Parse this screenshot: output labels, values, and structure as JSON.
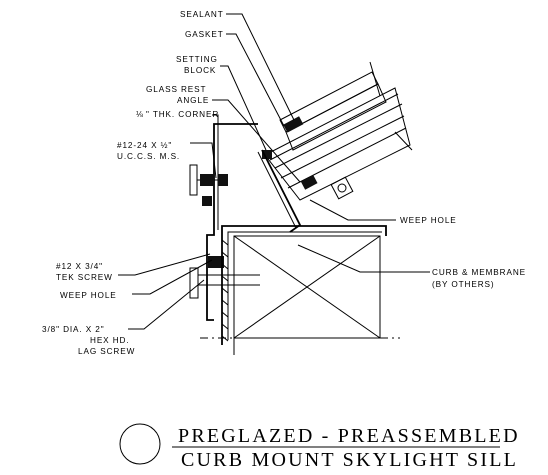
{
  "labels": {
    "sealant": "SEALANT",
    "gasket": "GASKET",
    "setting_block_1": "SETTING",
    "setting_block_2": "BLOCK",
    "glass_rest_1": "GLASS REST",
    "glass_rest_2": "ANGLE",
    "corner_prefix": "⅛",
    "corner_text": "\" THK. CORNER",
    "screw_12_24_1": "#12-24 X ½\"",
    "screw_12_24_2": "U.C.C.S. M.S.",
    "tek_screw_1": "#12 X 3/4\"",
    "tek_screw_2": "TEK SCREW",
    "weep_hole_left": "WEEP HOLE",
    "weep_hole_right": "WEEP HOLE",
    "lag_screw_1": "3/8\" DIA. X 2\"",
    "lag_screw_2": "HEX HD.",
    "lag_screw_3": "LAG SCREW",
    "curb_1": "CURB & MEMBRANE",
    "curb_2": "(BY OTHERS)"
  },
  "title": {
    "line1": "PREGLAZED - PREASSEMBLED",
    "line2": "CURB MOUNT SKYLIGHT SILL"
  }
}
